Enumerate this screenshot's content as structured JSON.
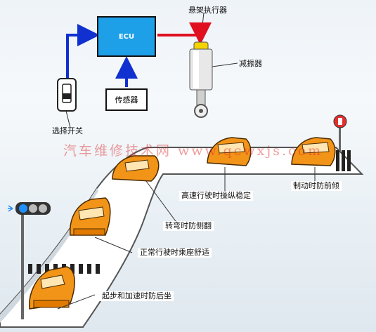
{
  "nodes": {
    "ecu": "ECU",
    "sensor": "传感器",
    "actuator": "悬架执行器",
    "shock": "减振器",
    "switch": "选择开关"
  },
  "watermark": "汽车维修技术网 www.qcwxjs.com",
  "labels": {
    "high_speed": "高速行驶时操纵稳定",
    "braking": "制动时防前倾",
    "turning": "转弯时防侧翻",
    "normal": "正常行驶时乘座舒适",
    "start": "起步和加速时防后坐"
  },
  "colors": {
    "ecu_fill": "#1ea0e8",
    "arrow_blue": "#1030d0",
    "arrow_red": "#e01020",
    "car": "#f29418",
    "road": "#ffffff"
  }
}
